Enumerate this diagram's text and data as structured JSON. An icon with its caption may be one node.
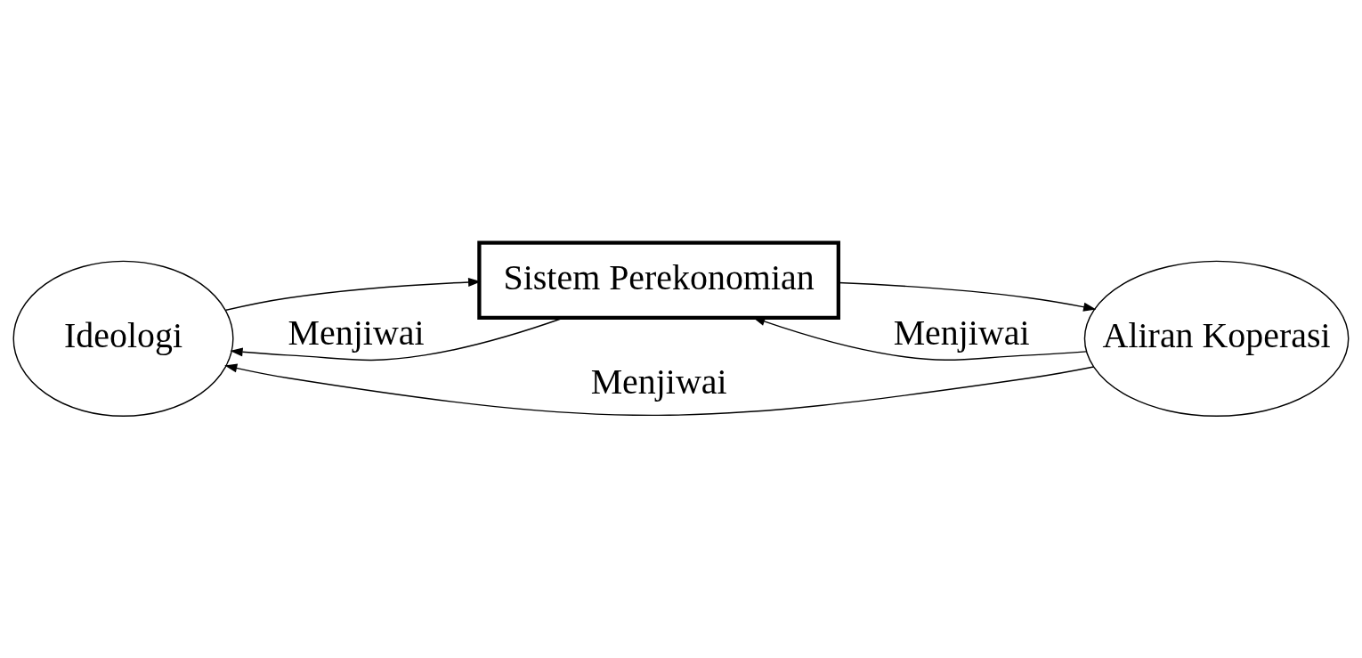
{
  "diagram": {
    "nodes": [
      {
        "text": [
          "Ideologi"
        ]
      },
      {
        "text": [
          "Sistem Perekonomian"
        ]
      },
      {
        "text": [
          "Aliran Koperasi"
        ]
      }
    ],
    "edges": [
      {
        "from": 0,
        "to": 1,
        "arrow": "to"
      },
      {
        "from": 1,
        "to": 2,
        "arrow": "to"
      },
      {
        "from": 1,
        "to": 0,
        "arrow": "to",
        "label": "Menjiwai"
      },
      {
        "from": 2,
        "to": 1,
        "arrow": "to",
        "label": "Menjiwai"
      },
      {
        "from": 2,
        "to": 0,
        "arrow": "to",
        "label": "Menjiwai"
      }
    ]
  }
}
